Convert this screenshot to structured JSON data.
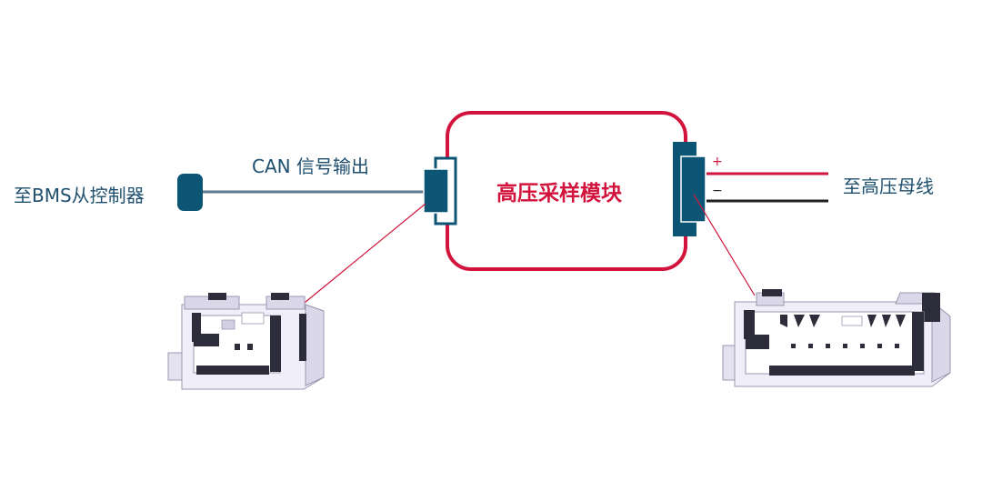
{
  "labels": {
    "bms": "至BMS从控制器",
    "can": "CAN 信号输出",
    "module": "高压采样模块",
    "bus": "至高压母线",
    "plus": "+",
    "minus": "−"
  },
  "colors": {
    "module_border": "#d2143c",
    "connector": "#0d5575",
    "can_wire": "#5e7a8f",
    "positive_wire": "#d2143c",
    "negative_wire": "#222222",
    "leader_line": "#d2143c",
    "connector_body": "#eceaf6"
  }
}
